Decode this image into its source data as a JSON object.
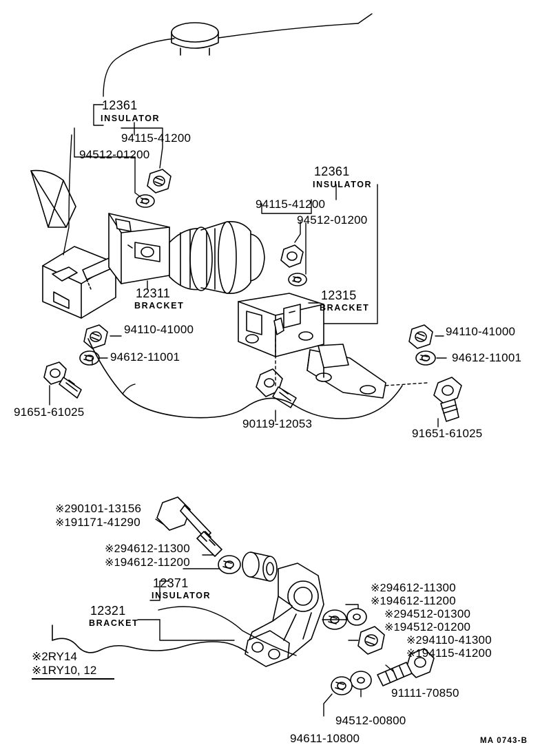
{
  "document": {
    "type": "parts-catalog-illustration",
    "corner_code": "MA 0743-B",
    "ink_color": "#000000",
    "background_color": "#ffffff"
  },
  "upper_assembly": {
    "callouts": [
      {
        "id": "u1",
        "text": "12361",
        "sub": "INSULATOR"
      },
      {
        "id": "u2",
        "text": "94115-41200",
        "sub": ""
      },
      {
        "id": "u3",
        "text": "94512-01200",
        "sub": ""
      },
      {
        "id": "u4",
        "text": "12311",
        "sub": "BRACKET"
      },
      {
        "id": "u5",
        "text": "94110-41000",
        "sub": ""
      },
      {
        "id": "u6",
        "text": "94612-11001",
        "sub": ""
      },
      {
        "id": "u7",
        "text": "91651-61025",
        "sub": ""
      },
      {
        "id": "u8",
        "text": "12361",
        "sub": "INSULATOR"
      },
      {
        "id": "u9",
        "text": "94115-41200",
        "sub": ""
      },
      {
        "id": "u10",
        "text": "94512-01200",
        "sub": ""
      },
      {
        "id": "u11",
        "text": "12315",
        "sub": "BRACKET"
      },
      {
        "id": "u12",
        "text": "94110-41000",
        "sub": ""
      },
      {
        "id": "u13",
        "text": "94612-11001",
        "sub": ""
      },
      {
        "id": "u14",
        "text": "90119-12053",
        "sub": ""
      },
      {
        "id": "u15",
        "text": "91651-61025",
        "sub": ""
      }
    ]
  },
  "lower_assembly": {
    "callouts": [
      {
        "id": "l1",
        "text": "12371",
        "sub": "INSULATOR"
      },
      {
        "id": "l2",
        "text": "12321",
        "sub": "BRACKET"
      },
      {
        "id": "l3",
        "text": "91111-70850",
        "sub": ""
      },
      {
        "id": "l4",
        "text": "94512-00800",
        "sub": ""
      },
      {
        "id": "l5",
        "text": "94611-10800",
        "sub": ""
      }
    ],
    "marked_pairs": [
      {
        "id": "m1",
        "a_mark": "※2",
        "a_text": "90101-13156",
        "b_mark": "※1",
        "b_text": "91171-41290"
      },
      {
        "id": "m2",
        "a_mark": "※2",
        "a_text": "94612-11300",
        "b_mark": "※1",
        "b_text": "94612-11200"
      },
      {
        "id": "m3",
        "a_mark": "※2",
        "a_text": "94612-11300",
        "b_mark": "※1",
        "b_text": "94612-11200"
      },
      {
        "id": "m4",
        "a_mark": "※2",
        "a_text": "94512-01300",
        "b_mark": "※1",
        "b_text": "94512-01200"
      },
      {
        "id": "m5",
        "a_mark": "※2",
        "a_text": "94110-41300",
        "b_mark": "※1",
        "b_text": "94115-41200"
      }
    ]
  },
  "legend": {
    "row1_mark": "※2",
    "row1_text": "RY14",
    "row2_mark": "※1",
    "row2_text": "RY10, 12"
  }
}
